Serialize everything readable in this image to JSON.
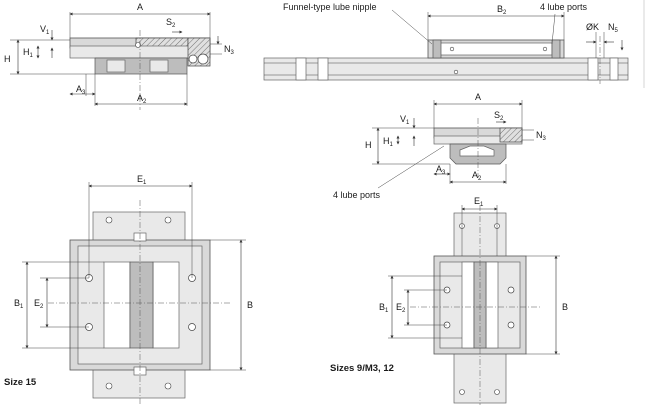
{
  "labels": {
    "A": "A",
    "A2": "A",
    "A2_sub": "2",
    "A3": "A",
    "A3_sub": "3",
    "H": "H",
    "H1": "H",
    "H1_sub": "1",
    "V1": "V",
    "V1_sub": "1",
    "S2": "S",
    "S2_sub": "2",
    "N3": "N",
    "N3_sub": "3",
    "B2": "B",
    "B2_sub": "2",
    "K": "ØK",
    "N5": "N",
    "N5_sub": "5",
    "E1": "E",
    "E1_sub": "1",
    "E2": "E",
    "E2_sub": "2",
    "B1": "B",
    "B1_sub": "1",
    "B": "B"
  },
  "callouts": {
    "funnel": "Funnel-type lube nipple",
    "lube_top": "4 lube ports",
    "lube_mid": "4 lube ports"
  },
  "captions": {
    "size15": "Size 15",
    "sizes9": "Sizes 9/M3, 12"
  },
  "colors": {
    "fill": "#d9d9d9",
    "line": "#555555",
    "light": "#e9e9e9"
  }
}
